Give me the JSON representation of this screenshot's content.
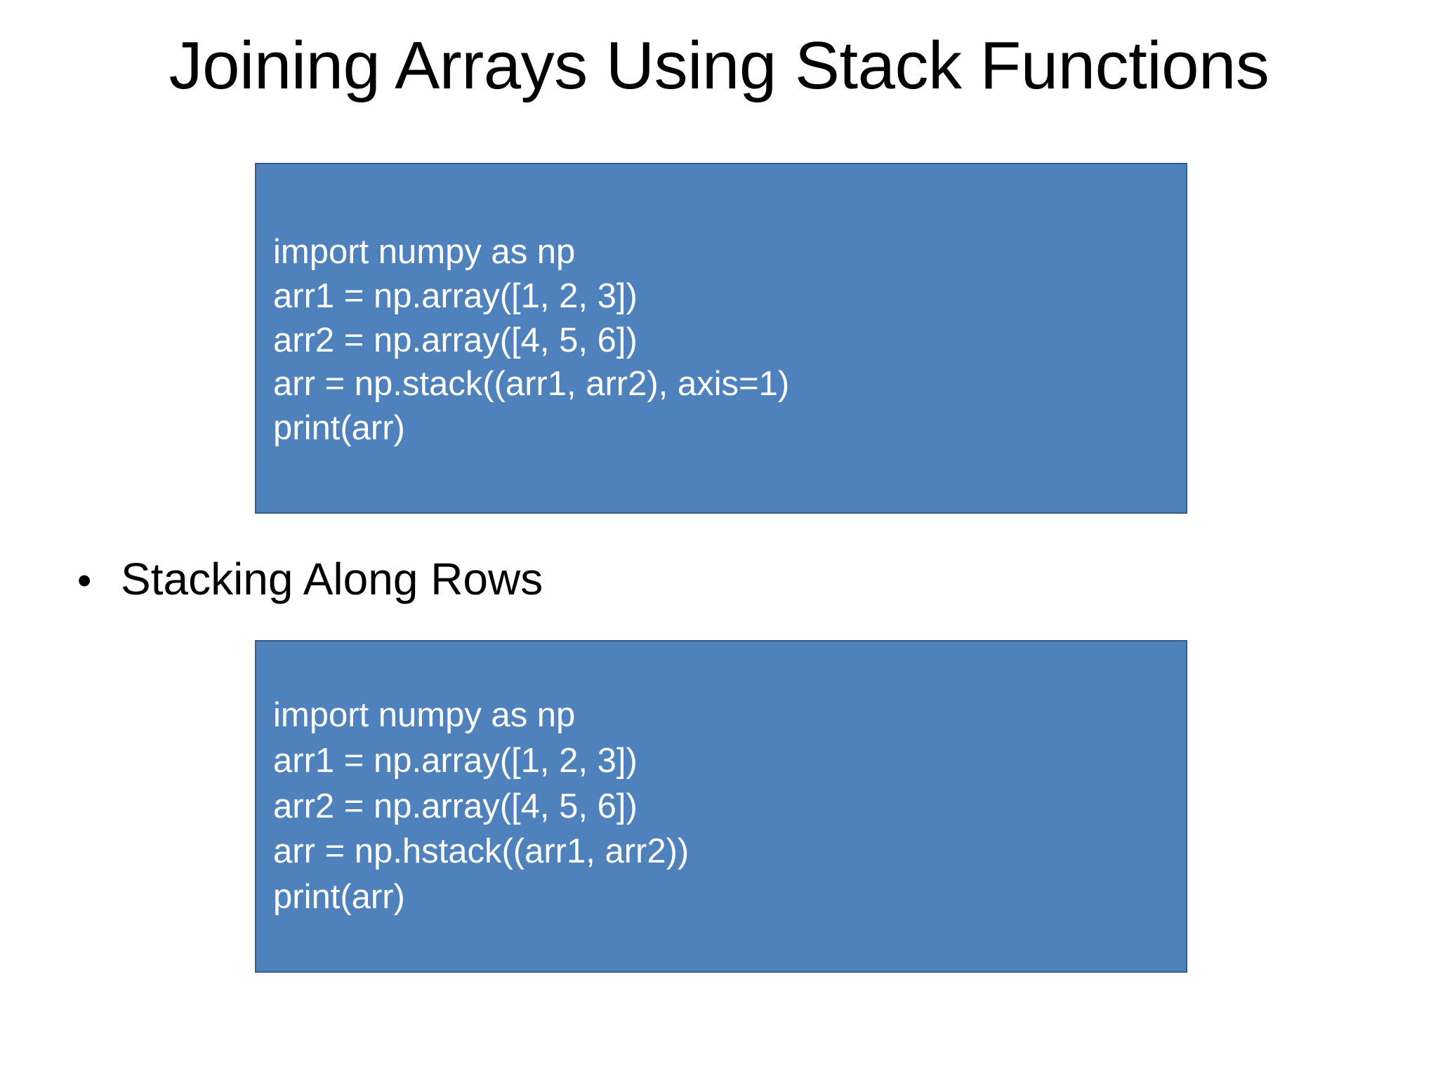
{
  "slide": {
    "title": "Joining Arrays Using Stack Functions",
    "background_color": "#FFFFFF",
    "text_color": "#000000"
  },
  "theme": {
    "code_fill": "#4F81BD",
    "code_border": "#385D8A",
    "code_text": "#FFFFFF"
  },
  "code_block_1": {
    "lines": [
      "import numpy as np",
      "arr1 = np.array([1, 2, 3])",
      "arr2 = np.array([4, 5, 6])",
      "arr = np.stack((arr1, arr2), axis=1)",
      "print(arr)"
    ]
  },
  "bullet": {
    "marker": "•",
    "text": "Stacking Along Rows"
  },
  "code_block_2": {
    "lines": [
      "import numpy as np",
      "arr1 = np.array([1, 2, 3])",
      "arr2 = np.array([4, 5, 6])",
      "arr = np.hstack((arr1, arr2))",
      "print(arr)"
    ]
  }
}
